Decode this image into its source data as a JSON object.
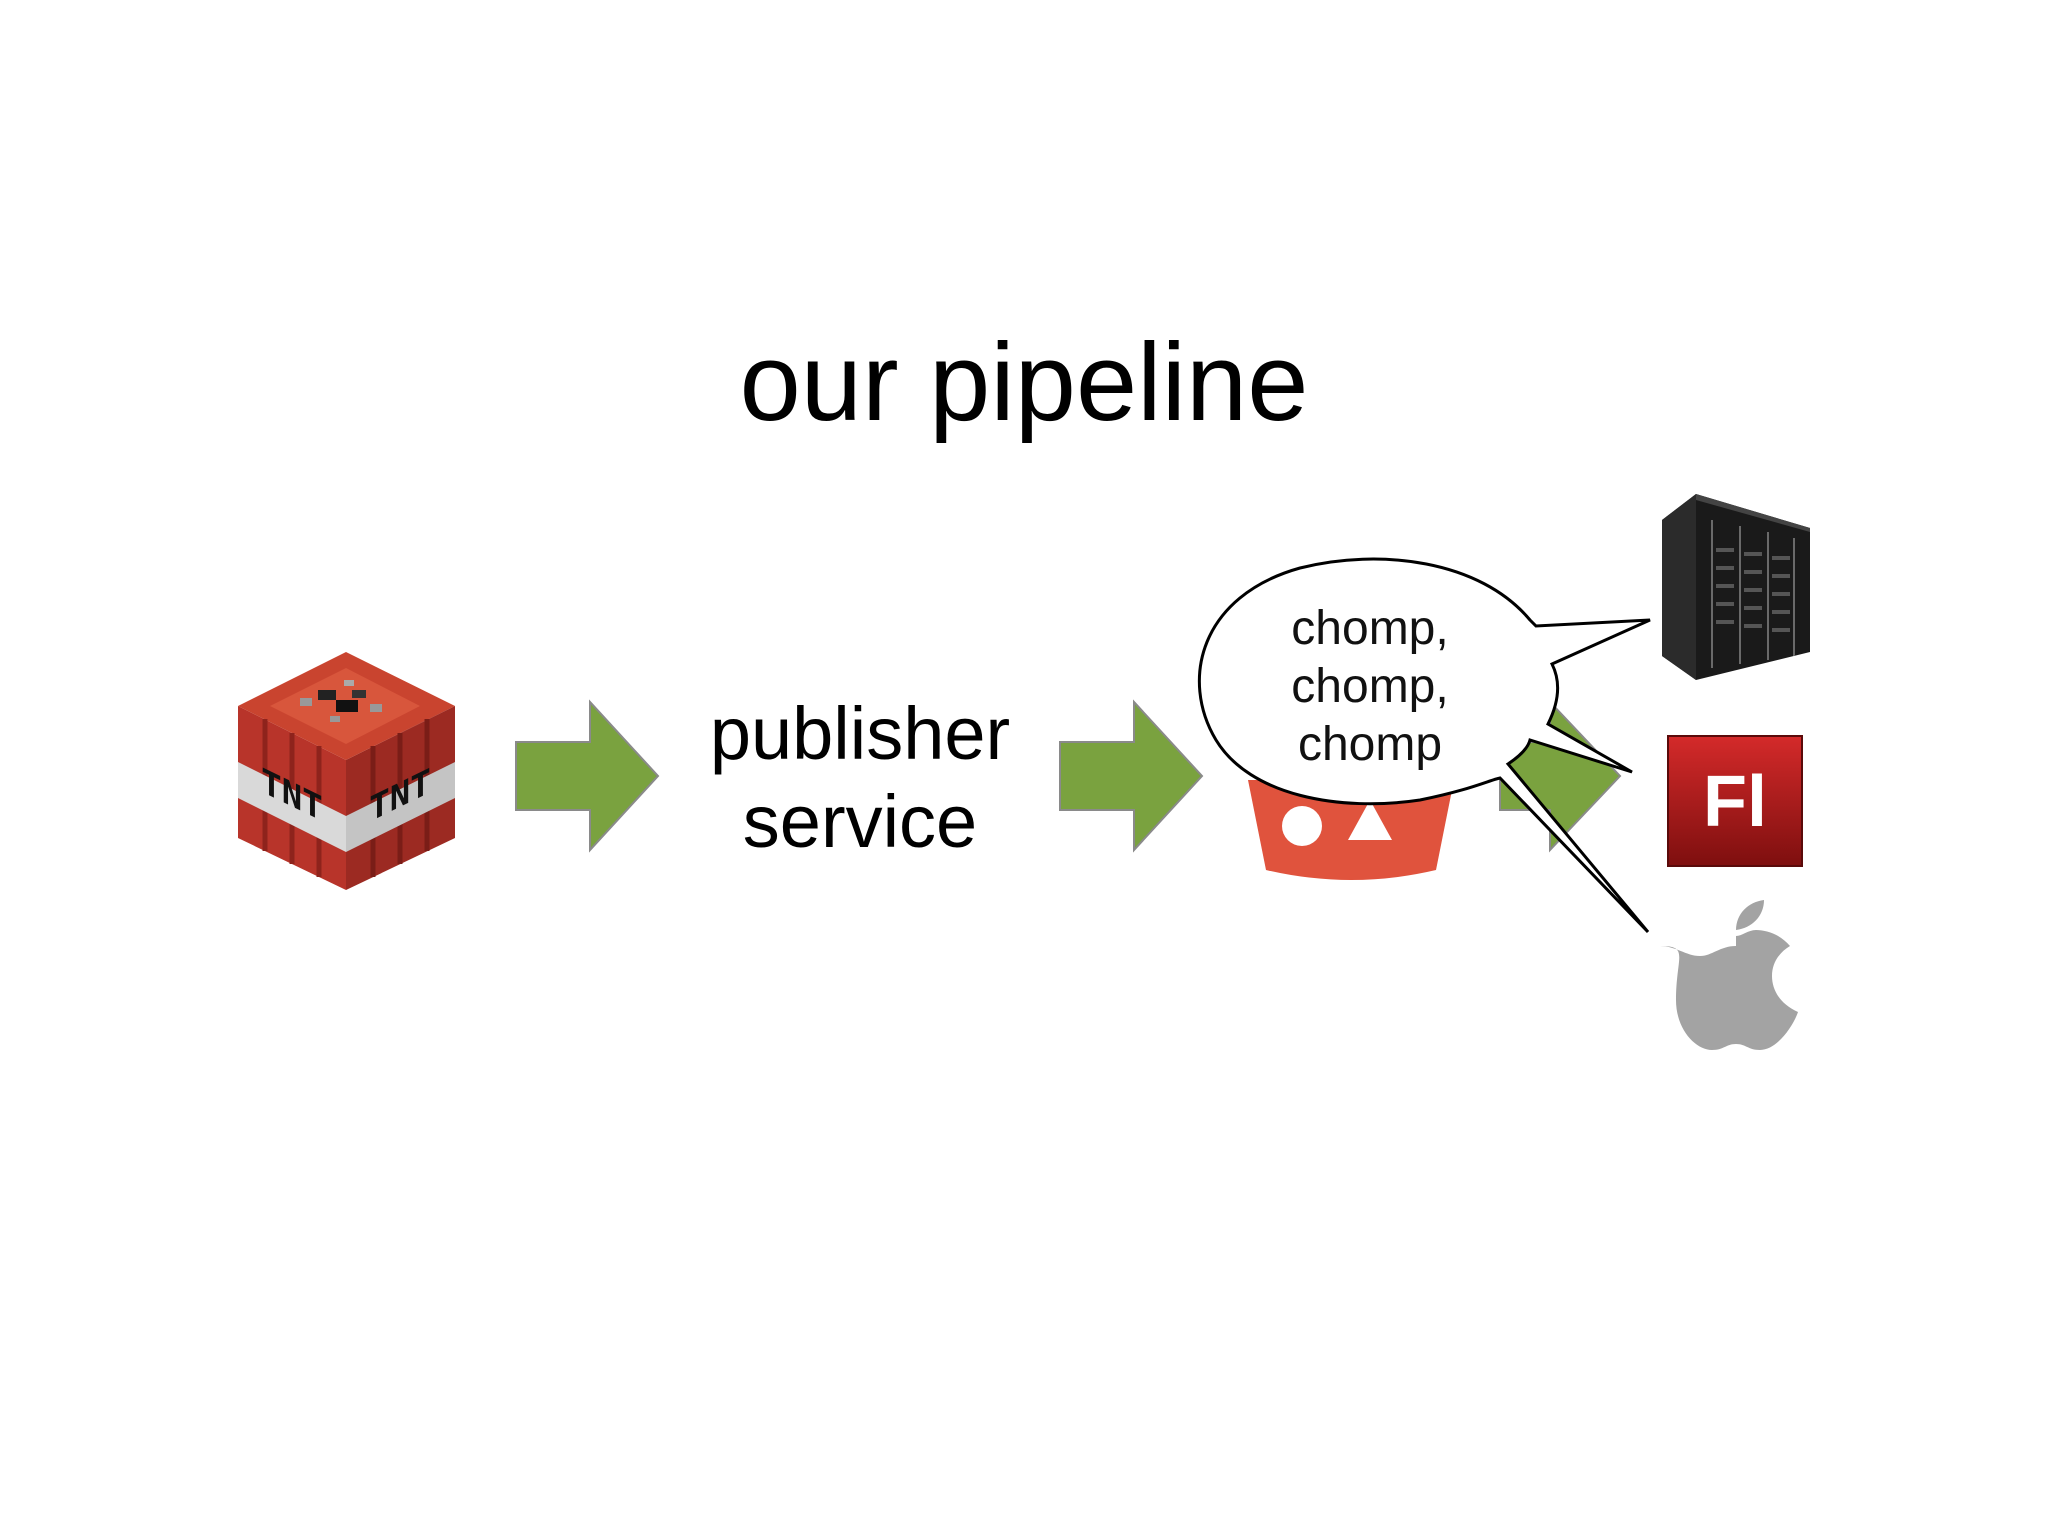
{
  "slide": {
    "title": "our pipeline",
    "publisher_service": {
      "line1": "publisher",
      "line2": "service"
    },
    "speech_bubble": {
      "line1": "chomp,",
      "line2": "chomp,",
      "line3": "chomp"
    },
    "tnt_block": {
      "label": "TNT",
      "icon": "tnt-block-icon"
    },
    "flash_icon": {
      "label": "Fl",
      "icon": "adobe-flash-icon"
    },
    "icons": [
      "tnt-block-icon",
      "arrow-right-icon",
      "storage-bucket-icon",
      "server-rack-icon",
      "adobe-flash-icon",
      "apple-logo-icon"
    ],
    "colors": {
      "arrow_green": "#7aa23f",
      "bucket_red": "#e0533d",
      "tnt_red": "#b8342a",
      "flash_red": "#b01b1b"
    }
  }
}
